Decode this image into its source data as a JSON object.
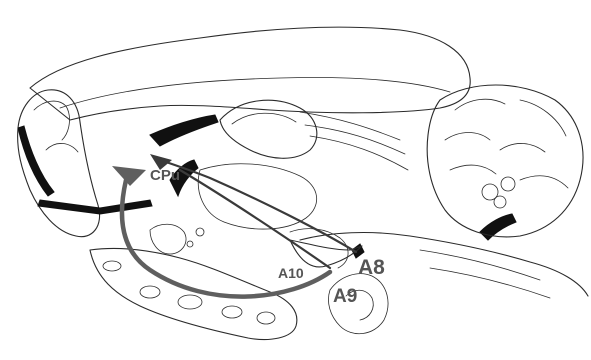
{
  "labels": {
    "cpu": "CPu",
    "a8": "A8",
    "a9": "A9",
    "a10": "A10"
  },
  "colors": {
    "outline": "#2b2b2b",
    "pathway": "#5f5f5f",
    "label": "#555555",
    "fill_black": "#111111"
  }
}
